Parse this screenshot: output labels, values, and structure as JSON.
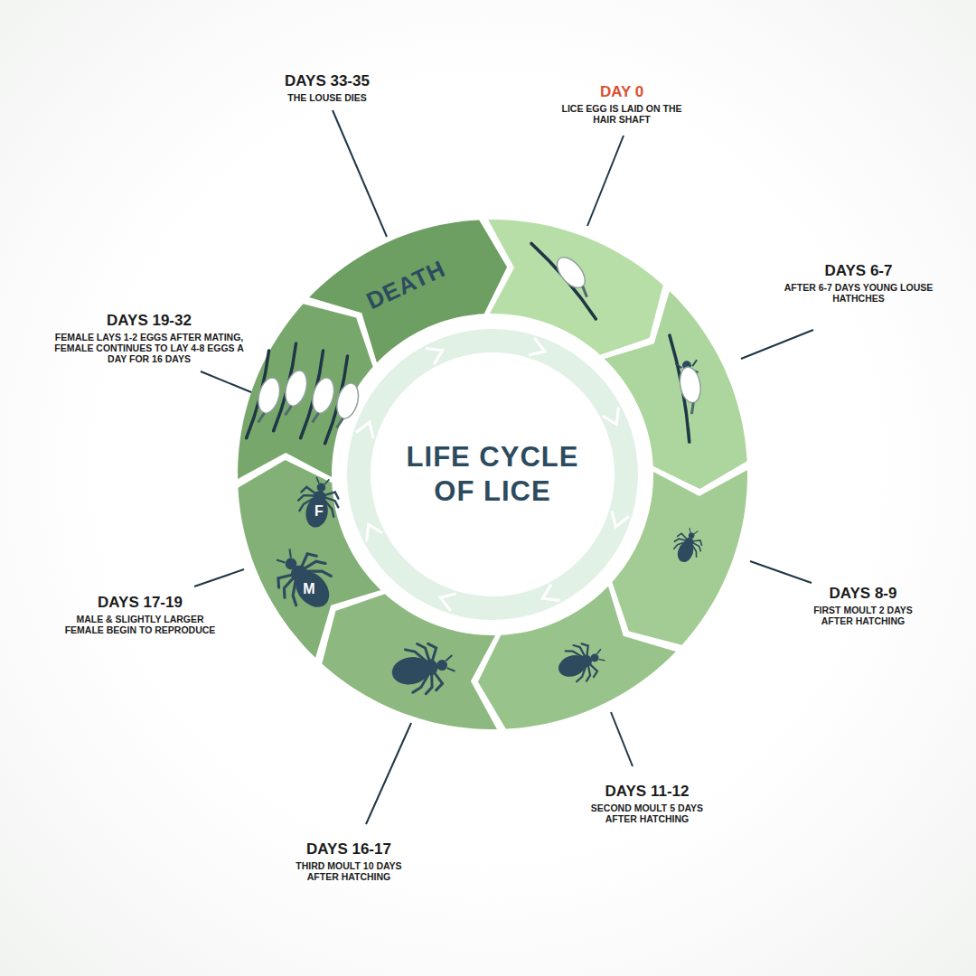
{
  "diagram": {
    "title": "LIFE CYCLE OF LICE",
    "nodes": [
      {
        "text": [
          "DEATH"
        ]
      }
    ],
    "labels": [
      "DAY 0",
      "LICE EGG IS LAID ON THE HAIR SHAFT",
      "DAYS 6-7",
      "AFTER 6-7 DAYS YOUNG LOUSE HATHCHES",
      "DAYS 8-9",
      "FIRST MOULT 2 DAYS AFTER HATCHING",
      "DAYS 11-12",
      "SECOND MOULT 5 DAYS AFTER HATCHING",
      "DAYS 16-17",
      "THIRD MOULT 10 DAYS AFTER HATCHING",
      "DAYS 17-19",
      "MALE & SLIGHTLY LARGER FEMALE BEGIN TO REPRODUCE",
      "DAYS 19-32",
      "FEMALE LAYS 1-2 EGGS AFTER MATING, FEMALE CONTINUES TO LAY 4-8 EGGS A DAY FOR 16 DAYS",
      "DAYS 33-35",
      "THE LOUSE DIES",
      "M",
      "F"
    ]
  }
}
